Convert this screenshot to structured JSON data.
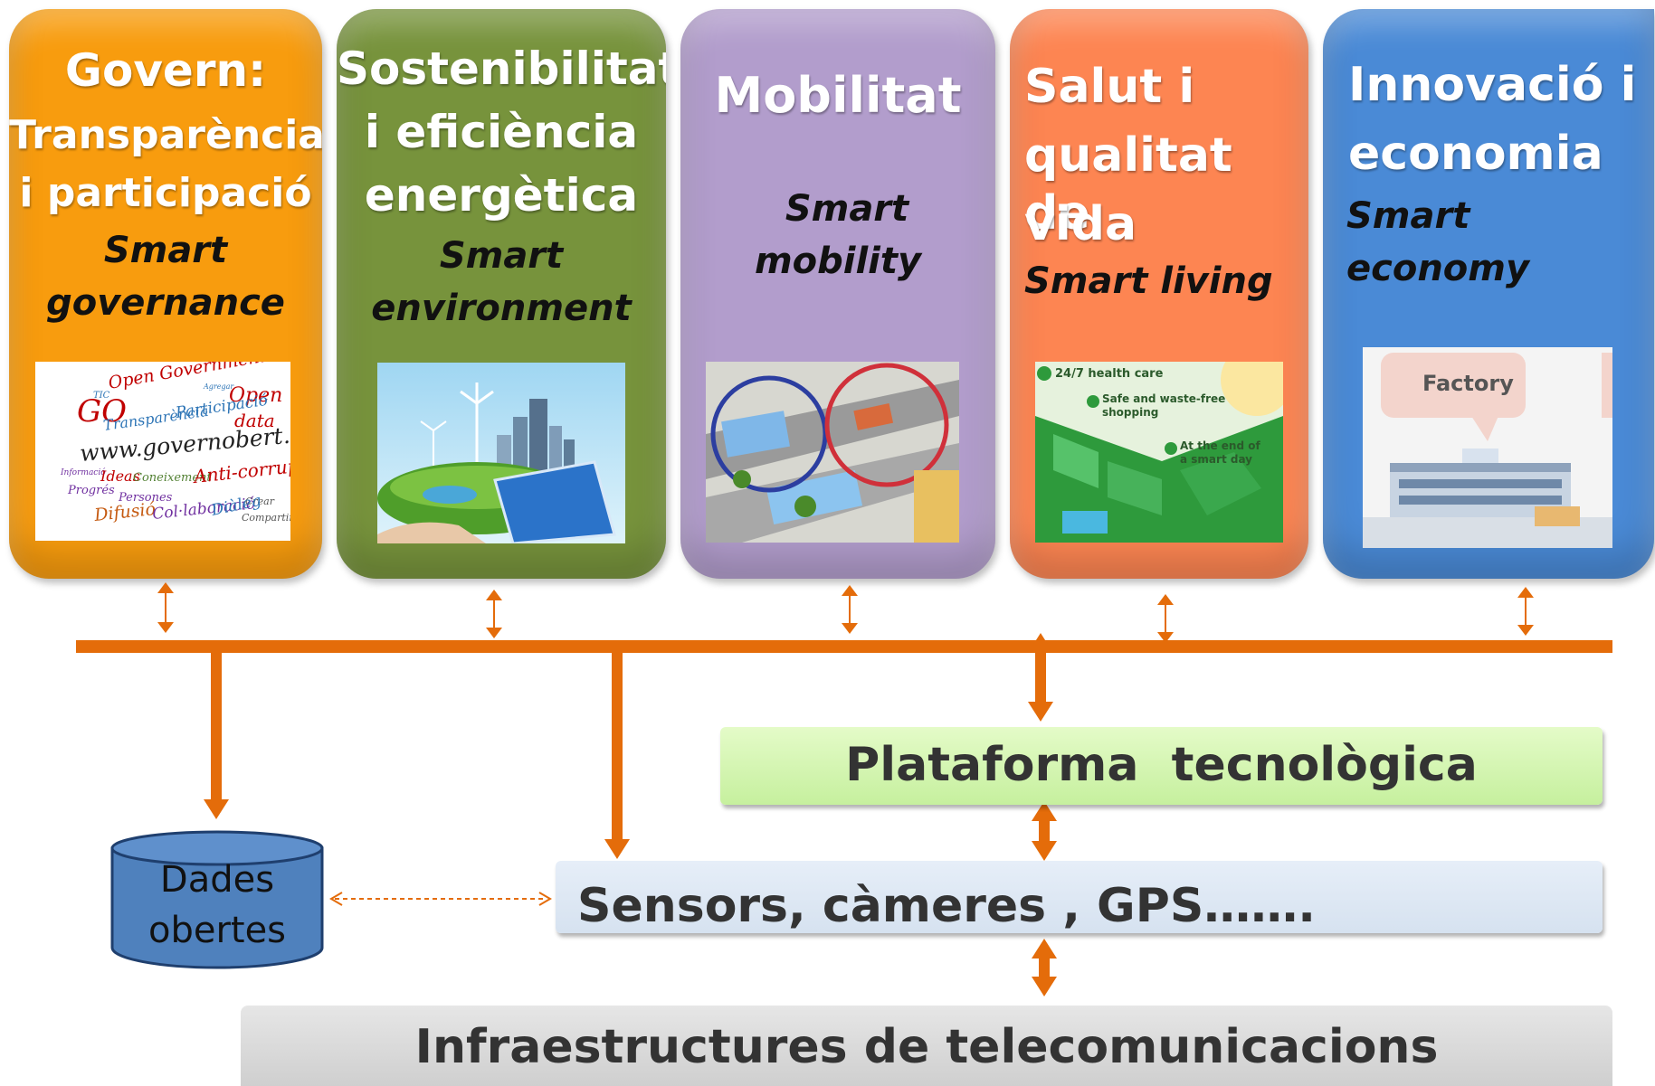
{
  "colors": {
    "govern": "#f89c0e",
    "sostenibilitat": "#77933c",
    "mobilitat": "#b29dcc",
    "salut": "#fd8552",
    "innovacio": "#4a8ad6",
    "connector": "#e46c0a",
    "plataforma": "#ccf5a5",
    "sensors": "#dce6f2",
    "infraestructures": "#d9d9d9",
    "dades": "#4f81bd"
  },
  "pillars": [
    {
      "title": [
        "Govern:",
        "Transparència",
        "i participació"
      ],
      "subtitle": [
        "Smart",
        "governance"
      ],
      "image": "open-government-word-cloud"
    },
    {
      "title": [
        "Sostenibilitat",
        "i eficiència",
        "energètica"
      ],
      "subtitle": [
        "Smart",
        "environment"
      ],
      "image": "green-city-globe-solar-panel"
    },
    {
      "title": [
        "Mobilitat"
      ],
      "subtitle": [
        "Smart",
        "mobility"
      ],
      "image": "traffic-street-illustration"
    },
    {
      "title": [
        "Salut i",
        "qualitat de",
        "vida"
      ],
      "subtitle": [
        "Smart living"
      ],
      "image": "smart-living-illustration"
    },
    {
      "title": [
        "Innovació i",
        "economia"
      ],
      "subtitle": [
        "Smart economy"
      ],
      "image": "factory-illustration"
    }
  ],
  "images": {
    "govern_cloud": {
      "words": [
        "TIC",
        "Open Government",
        "Agregar",
        "Open",
        "GO",
        "Transparència",
        "Participació",
        "data",
        "www.governobert.org",
        "Informació",
        "Ideas",
        "Coneixement",
        "Anti-corrupció",
        "Progrés",
        "Persones",
        "Crear",
        "Difusió",
        "Col·laboració",
        "Diàleg",
        "Compartir"
      ]
    },
    "salut_labels": [
      "24/7 health care",
      "Safe and waste-free shopping",
      "At the end of a smart day"
    ],
    "factory_label": "Factory"
  },
  "layers": {
    "plataforma": "Plataforma  tecnològica",
    "sensors": "Sensors, càmeres , GPS…….",
    "infraestructures": "Infraestructures de telecomunicacions",
    "dades": [
      "Dades",
      "obertes"
    ]
  }
}
